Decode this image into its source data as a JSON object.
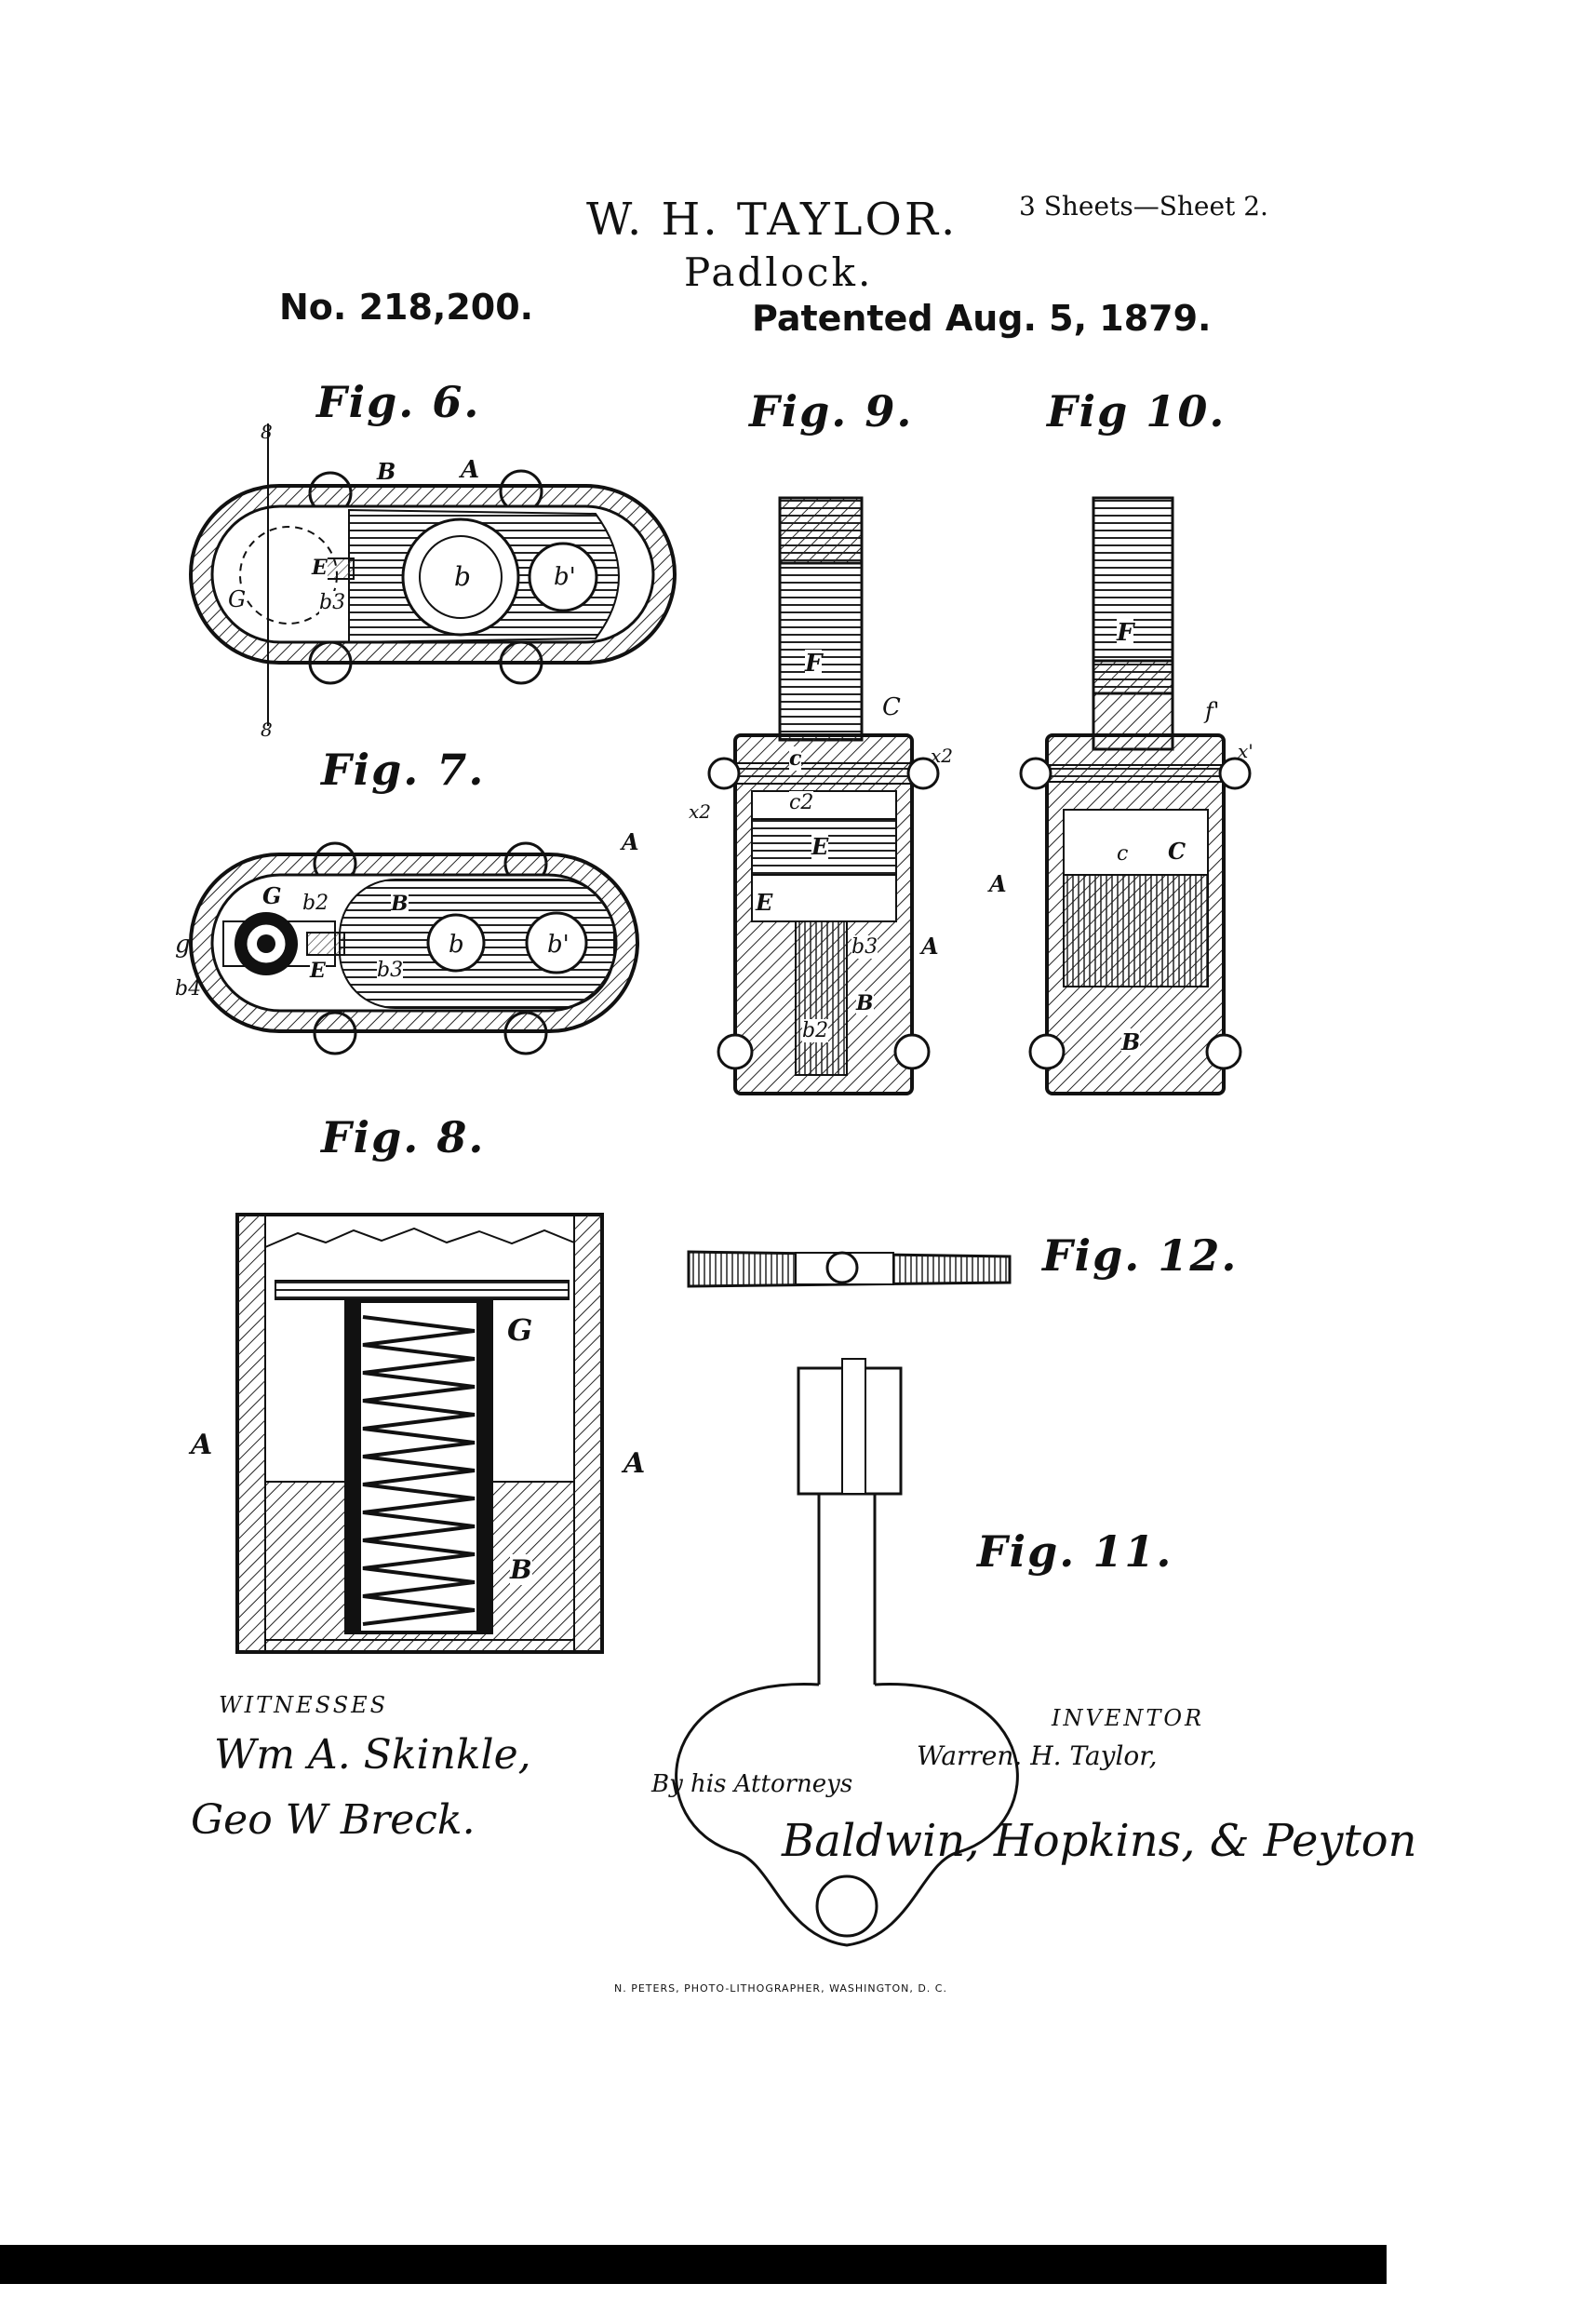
{
  "header": {
    "inventor_name": "W. H. TAYLOR.",
    "sheets": "3 Sheets—Sheet 2.",
    "title": "Padlock.",
    "patent_number": "No. 218,200.",
    "patent_date": "Patented Aug. 5, 1879."
  },
  "figures": {
    "fig6": "Fig. 6.",
    "fig7": "Fig. 7.",
    "fig8": "Fig. 8.",
    "fig9": "Fig. 9.",
    "fig10": "Fig 10.",
    "fig11": "Fig. 11.",
    "fig12": "Fig. 12."
  },
  "reference_letters": {
    "fig6": [
      "8",
      "B",
      "A",
      "E",
      "G",
      "b",
      "b3",
      "b'",
      "8"
    ],
    "fig7": [
      "A",
      "G",
      "b2",
      "B",
      "g",
      "E",
      "b3",
      "b",
      "b'",
      "b4"
    ],
    "fig8": [
      "G",
      "A",
      "A",
      "B"
    ],
    "fig9": [
      "F",
      "C",
      "c",
      "c2",
      "x2",
      "x2",
      "E",
      "E",
      "b3",
      "A",
      "B",
      "b2"
    ],
    "fig10": [
      "F",
      "f'",
      "x'",
      "c",
      "C",
      "A",
      "B"
    ]
  },
  "footer": {
    "witnesses_label": "WITNESSES",
    "witness_1": "Wm A. Skinkle,",
    "witness_2": "Geo W Breck.",
    "inventor_label": "INVENTOR",
    "inventor_signature": "Warren. H. Taylor,",
    "attorneys_label": "By his Attorneys",
    "attorneys_signature": "Baldwin, Hopkins, & Peyton",
    "lithographer": "N. PETERS, PHOTO-LITHOGRAPHER, WASHINGTON, D. C."
  }
}
